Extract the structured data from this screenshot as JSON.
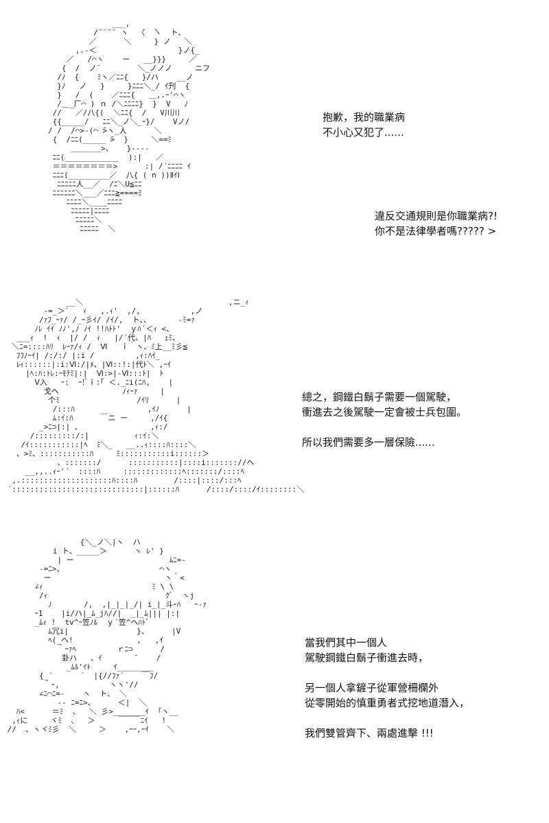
{
  "panels": [
    {
      "art": "              ___,\n          /¨¨¨¨ ヽ  〈  ̄ヽ  ト、\n         ／      ＼     } ノ   ＼\n      ,.-＜                  }ノ{_\n    ／   /⌒ヽ    ー   __}}}     ／\n   {  /  ノ¨        ＼_ノノノ     ニフ\n  /ﾉ  {    ﾐヽ／ﾆﾆ{   }/ハ    __ノ\n  }ﾉ   ノ   }     }ﾆﾆﾆ＼_/ ｲ刋  {\n  }   /  (    ／ﾆﾆﾆ{   ＿,.ｰ'⌒ヽ\n  /＿_厂⌒ ) ｎ /＼ﾆﾆﾆﾆ}  }  V   ﾉ\n //   ／/八{(  ＼ﾆﾆ{  /   V川川\n {{_____/   ﾆﾆ＼_ノ＼_ｰ}/    Vノ/\n/ /  /⌒>-(⌒ ̄>ヽ_人      ＼\n {  /ﾆﾆ(_____ ̄>  }     ＼==ﾐ\n     ＿＿＿＿>、   }----\n ﾆﾆ(____________  ):|   ／\n ＝＝＝＝＝＝＝＝>      :| /´ﾆﾆﾆﾆ ｲ\n ﾆﾆﾆ(_________／  八{ ( n ))ⅡｲⅠ\n  ﾆﾆﾆﾆﾆ人__／  /ﾆ＼U≦ﾆﾆ\n ﾆﾆﾆﾆﾆﾆ＼___／ﾆﾆﾆ≧====ﾐ\n    ﾆﾆﾆﾆ＼____ﾆﾆﾆﾆ\n     ﾆﾆﾆﾆﾆ|ﾆﾆﾆﾆ\n      ﾆﾆﾆﾆﾆ＼\n       ﾆﾆﾆﾆﾆ  ＼",
      "captions": [
        {
          "lines": [
            "抱歉，我的職業病",
            "不小心又犯了......"
          ]
        },
        {
          "lines": [
            "違反交通規則是你職業病?!",
            "你不是法律學者嗎????? >"
          ]
        }
      ]
    },
    {
      "art": "              __＼                                ,ニ_ｨ\n         -=_＞`   ｨ   ,.ｨ'  ,/,           ,ノ\n        /ｧﾌ_ｰｧ/ /_ｰ彡ｲ/ /ｲ/,  ト、、      -ﾐ=ｧ\n       ﾉﾚ ｲｲ ﾉﾉ',ﾉ ﾉｲ !!ﾊﾄﾄ'  ｙﾊ´＜ｨ <、\n   ___ｨ  !  ｨ  |/ /  ｨ   |/´代、|ﾊ   ｪﾐ、\n  ＼ﾆ=::::ﾊﾘ  ﾚｰｧ/ｨ /  Ⅵ   ｉ｀ヽ、ﾐ上__ﾐ彡≦\n   ﾌﾌﾉｰｲ| /:/:/ |:i /         ,ｨ:ﾊｲ_\n   ﾚｨ::::::|:i:Ⅵ:/|ﾒ、|Ⅵ::!:|代ﾄ＼ ,ｰｲ\n     |ﾍ:ﾊ:ﾄﾚ:ｰﾓﾃﾐ|:|  Ⅵ:>|-Ⅵ:::ﾄ|  ﾄ\n       Ⅴ入   ｰ:  ｰ!ﾞｉ:｢ ＜._ﾆi(ﾆﾊ,    |\n         戈ヘ              ﾉｨｰｧ     |\n          个ﾐ                 /ｲﾘ      |\n           /:::ﾊ                ,ｲﾉ      |\n           ﾑ:ｲ:ﾊ      ￣ニ ー     ,/ｲ{\n        _>ﾆ⊃|:| 、               ,ｨ:/\n      /:::::::::/:|          ｨ:ｲ:＼\n    /ｲ:::::::::::|ﾍ  ﾐ＼_   __..ｨ::::ﾊ::::＼\n   、>ﾐ、:::::::::::ﾊ     ﾐ:::::::::::i::::::＞\n            、:::::::/      :::::::::::|::::i::::::://ヘ\n     __,,..ｨｰ'´  ::::ﾊ     :::::::::::::ﾍ:::::::/::::ﾍ\n  ,.::::::::::::::::::::ﾊ::::ﾊ        /::::|::::/:::ﾍ\n ´:::::::::::::::::::::::::::::|::::::ﾊ      /::::/::::/ｲ::::::::＼",
      "captions": [
        {
          "lines": [
            "總之，鋼鐵白鬍子需要一個駕駛，",
            "衝進去之後駕駛一定會被士兵包圍。"
          ]
        },
        {
          "lines": [
            "所以我們需要多一層保險......"
          ]
        }
      ]
    },
    {
      "art": "                 {＼_ノ＼|ヽ  ハ\n           i ト、_____＞      ヽ ﾚ' }\n            | ー                     ﾑﾆ=-\n        -=ﾆ>、                     ⌒ヽ\n         ー                         ヽ｀<\n       ∠ｨ                        ﾐ \\ \\ \n        /ｨ                          ｸﾞ  ヽj\n          ﾉ       /,  ,|_|_|_/| i_|_斗ｰﾊ   ｰ-ｧ\n       ｰ1    |i/ハ|_ﾑ_jﾊ//|  _|_ﾑ||| |:|\n       _ﾑｨ !  tv^ｰ笠ﾉﾙ  ｙ´笠^ヘﾊﾄﾞ\n          ﾑ冗i|               }、     |V\n          ﾍ(_ヘ!              ,   ,ｲ\n            ｀ｰｧﾍ         ｒﾆ⊃      /\n             卦ハ   、ｲ       ¨    /\n              _ﾑﾙ'ｲﾄ     ｲ________\n        {_´      ´  |{//ﾌｧ´    ￣ﾌ/\n         ｀ｰ,           ヽヽ'// \n        ∠ﾆ⌒ﾆ=-    ヽ  ト、 ＼\n            -- ﾆ=ﾆ>、     ＜|  ＼\n   ﾊ<      ＝ﾐ  、  ＼ 彡>_______ｲ  ｢ヽ__\n  ,ｨに     ヾﾐ  、  ＞     ￣￣￣ﾆｲ   !\n //  、ヽヾﾐ彡  ＼     ＞    ,ｰｰ,ｰｲ    ＼",
      "captions": [
        {
          "lines": [
            "當我們其中一個人",
            "駕駛鋼鐵白鬍子衝進去時，"
          ]
        },
        {
          "lines": [
            "另一個人拿鏟子從軍營柵欄外",
            "從零開始的慎重勇者式挖地道潛入，"
          ]
        },
        {
          "lines": [
            "我們雙管齊下、兩處進擊 !!!"
          ]
        }
      ]
    }
  ]
}
